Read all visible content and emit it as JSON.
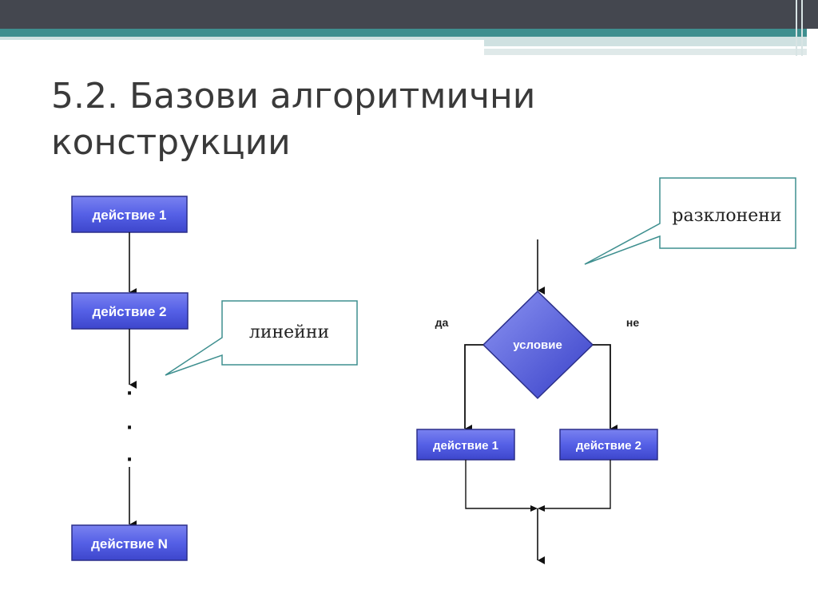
{
  "slide": {
    "title_line1": "5.2. Базови алгоритмични",
    "title_line2": "конструкции"
  },
  "linear": {
    "callout": "линейни",
    "steps": [
      "действие 1",
      "действие 2",
      "действие N"
    ],
    "ellipsis": [
      "·",
      "·",
      "·"
    ]
  },
  "branching": {
    "callout": "разклонени",
    "condition": "условие",
    "yes_label": "да",
    "no_label": "не",
    "left_action": "действие 1",
    "right_action": "действие 2"
  },
  "colors": {
    "header_dark": "#44474f",
    "header_teal": "#3e8f8f",
    "box_fill": "#5c63e6",
    "box_border": "#2b2f8a",
    "callout_border": "#3e8f8f"
  }
}
